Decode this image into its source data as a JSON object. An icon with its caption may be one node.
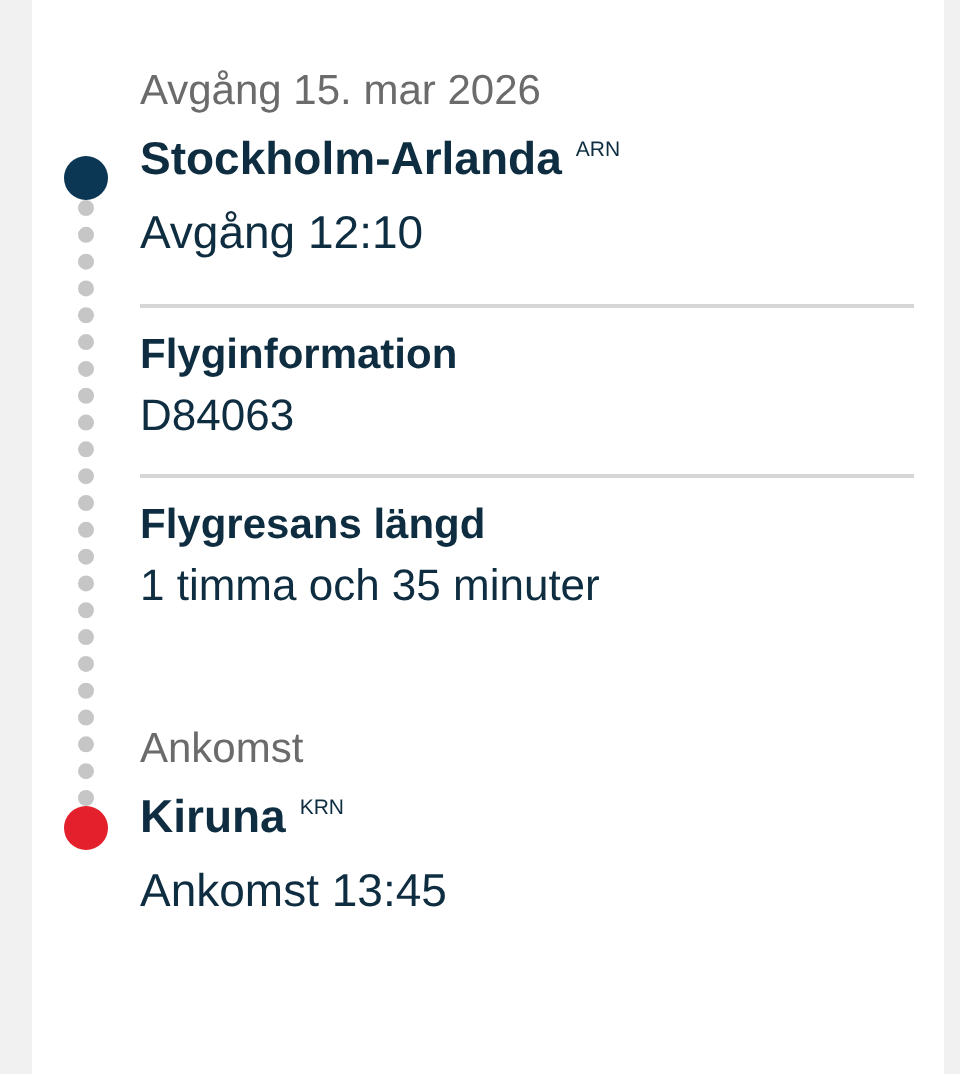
{
  "diagram": {
    "nodes": [
      {
        "text": [],
        "shape": "circle",
        "beside": [
          "Avgång 15. mar 2026",
          "Stockholm-Arlanda",
          "ARN",
          "Avgång 12:10"
        ]
      },
      {
        "text": [],
        "shape": "circle",
        "beside": [
          "Ankomst",
          "Kiruna",
          "KRN",
          "Ankomst 13:45"
        ]
      }
    ],
    "edges": [
      {
        "from": 0,
        "to": 1,
        "arrow": "none",
        "style": "dashed"
      }
    ],
    "labels": [
      "Flyginformation",
      "D84063",
      "Flygresans längd",
      "1 timma och 35 minuter"
    ]
  }
}
